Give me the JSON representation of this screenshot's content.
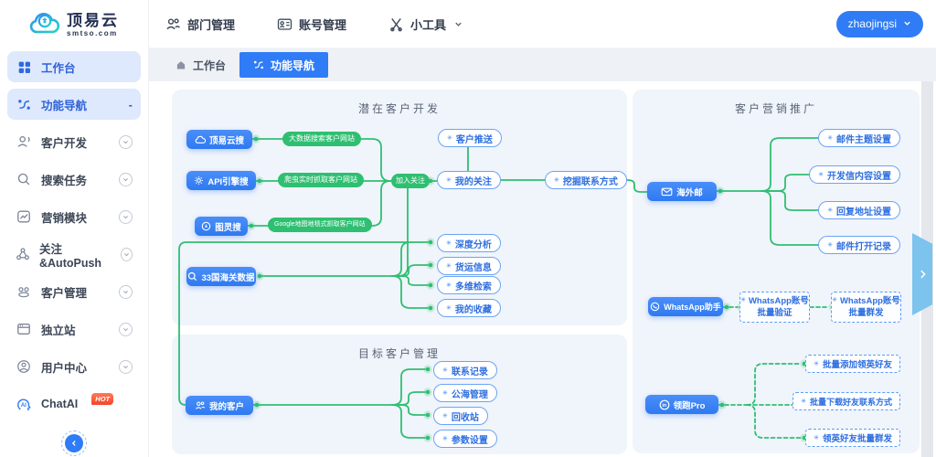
{
  "brand": {
    "name": "顶易云",
    "domain": "smtso.com"
  },
  "header": {
    "menus": [
      {
        "label": "部门管理"
      },
      {
        "label": "账号管理"
      },
      {
        "label": "小工具"
      }
    ],
    "user": {
      "name": "zhaojingsi"
    }
  },
  "tabbar": {
    "tabs": [
      {
        "label": "工作台"
      },
      {
        "label": "功能导航"
      }
    ]
  },
  "sidebar": {
    "items": [
      {
        "label": "工作台"
      },
      {
        "label": "功能导航",
        "collapse": "-"
      },
      {
        "label": "客户开发"
      },
      {
        "label": "搜索任务"
      },
      {
        "label": "营销模块"
      },
      {
        "label": "关注&AutoPush"
      },
      {
        "label": "客户管理"
      },
      {
        "label": "独立站"
      },
      {
        "label": "用户中心"
      },
      {
        "label": "ChatAI",
        "badge": "HOT"
      }
    ]
  },
  "flow": {
    "ast": "✳",
    "panel_dev": "潜在客户开发",
    "panel_target": "目标客户管理",
    "panel_mkt": "客户营销推广",
    "sources": [
      {
        "label": "顶易云搜"
      },
      {
        "label": "API引擎搜"
      },
      {
        "label": "图灵搜"
      }
    ],
    "pills": [
      {
        "label": "大数据搜索客户网站"
      },
      {
        "label": "爬虫实时抓取客户网站"
      },
      {
        "label": "Google地图地毯式抓取客户网站"
      }
    ],
    "join": "加入关注",
    "mid": {
      "push": "客户推送",
      "follow": "我的关注",
      "dig": "挖掘联系方式"
    },
    "customs": {
      "label": "33国海关数据",
      "children": [
        "深度分析",
        "货运信息",
        "多维检索",
        "我的收藏"
      ]
    },
    "mycust": {
      "label": "我的客户",
      "children": [
        "联系记录",
        "公海管理",
        "回收站",
        "参数设置"
      ]
    },
    "mail": {
      "label": "海外邮",
      "children": [
        "邮件主题设置",
        "开发信内容设置",
        "回复地址设置",
        "邮件打开记录"
      ]
    },
    "whatsapp": {
      "label": "WhatsApp助手",
      "children": [
        [
          "WhatsApp账号",
          "批量验证"
        ],
        [
          "WhatsApp账号",
          "批量群发"
        ]
      ]
    },
    "linkedin": {
      "label": "领跑Pro",
      "children": [
        "批量添加领英好友",
        "批量下载好友联系方式",
        "领英好友批量群发"
      ]
    }
  },
  "colors": {
    "primary": "#2f7cf6",
    "green": "#2fbf71",
    "hot": "#f5542f"
  }
}
